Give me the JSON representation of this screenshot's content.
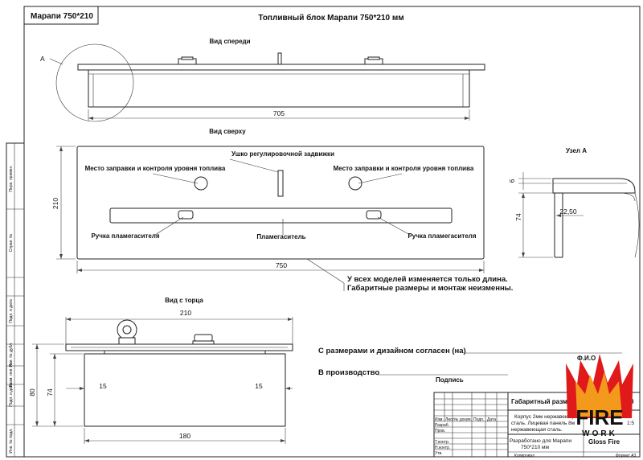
{
  "sheet": {
    "tab_label": "Марапи 750*210",
    "title": "Топливный блок Марапи 750*210 мм"
  },
  "front_view": {
    "title": "Вид спереди",
    "callout": "А",
    "dim_width": "705"
  },
  "top_view": {
    "title": "Вид сверху",
    "dim_width": "750",
    "dim_height": "210",
    "damper_label": "Ушко регулировочной задвижки",
    "fill_left_label": "Место заправки и контроля уровня топлива",
    "fill_right_label": "Место заправки и контроля уровня топлива",
    "handle_left_label": "Ручка пламегасителя",
    "handle_right_label": "Ручка пламегасителя",
    "extinguisher_label": "Пламегаситель",
    "note_line1": "У всех моделей изменяется только длина.",
    "note_line2": "Габаритные размеры и монтаж неизменны."
  },
  "node_a": {
    "title": "Узел А",
    "dim_top": "6",
    "dim_side": "74",
    "dim_inner": "22,50"
  },
  "end_view": {
    "title": "Вид с торца",
    "dim_top": "210",
    "dim_bottom": "180",
    "dim_height_outer": "80",
    "dim_height_inner": "74",
    "dim_left_gap": "15",
    "dim_right_gap": "15"
  },
  "approval": {
    "agreed_text": "С размерами и дизайном согласен (на)",
    "name_caption": "Ф.И.О",
    "production_text": "В производство",
    "signature_caption": "Подпись"
  },
  "title_block": {
    "drawing_name": "Габаритный разме",
    "drawing_name_tail": "0",
    "material_line1": "Корпус 2мм нержавеющ",
    "material_line2": "сталь. Лицевая панель 8м",
    "material_line3": "нержавеющая сталь.",
    "scale_hint": "1:5",
    "developed_line1": "Разработано для Марапи",
    "developed_line2": "750*210 мм",
    "company": "Gloss Fire",
    "format_left": "Копировал",
    "format_right": "Формат А3",
    "row_labels": [
      "Изм.",
      "Лист",
      "№ докум.",
      "Подп.",
      "Дата",
      "Разраб.",
      "Пров.",
      "Т.контр.",
      "Н.контр.",
      "Утв."
    ]
  },
  "side_strip": {
    "labels": [
      "Перв. примен.",
      "Справ. №",
      "Подп. и дата",
      "Инв. № дубл.",
      "Взам. инв. №",
      "Подп. и дата",
      "Инв. № подл."
    ]
  },
  "logo": {
    "word_top": "FIRE",
    "word_bottom": "WORK",
    "colors": {
      "flame_red": "#e0191b",
      "flame_orange": "#f39a1c",
      "text_red": "#e0191b"
    }
  }
}
